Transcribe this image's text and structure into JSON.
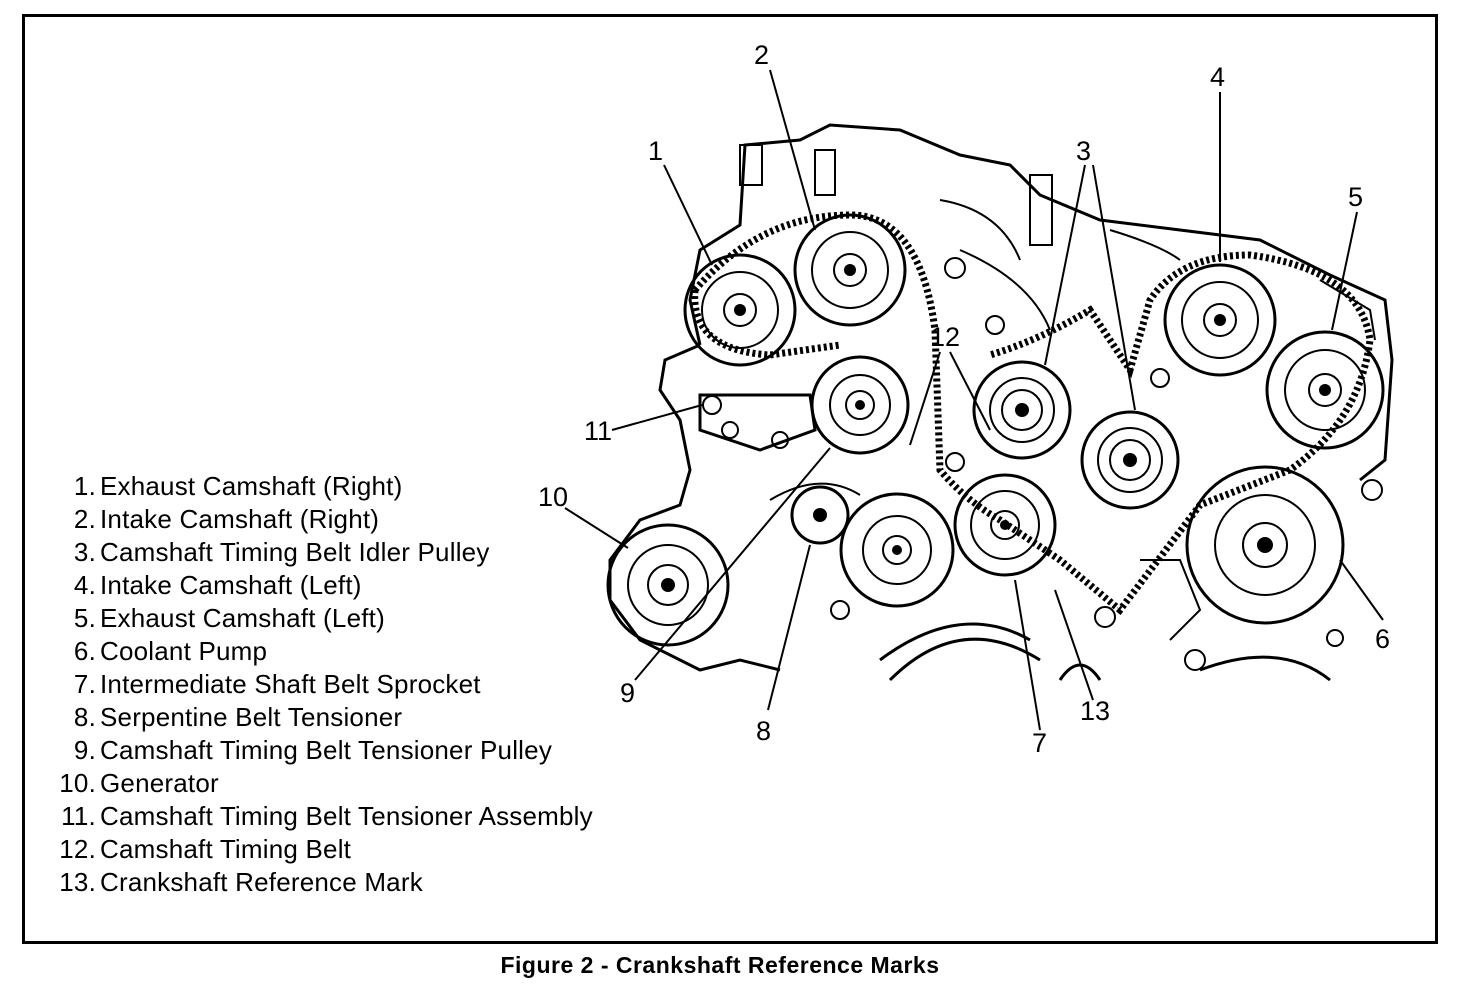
{
  "legend": [
    {
      "num": "1.",
      "text": "Exhaust Camshaft (Right)"
    },
    {
      "num": "2.",
      "text": "Intake Camshaft (Right)"
    },
    {
      "num": "3.",
      "text": "Camshaft Timing Belt Idler Pulley"
    },
    {
      "num": "4.",
      "text": "Intake Camshaft (Left)"
    },
    {
      "num": "5.",
      "text": "Exhaust Camshaft (Left)"
    },
    {
      "num": "6.",
      "text": "Coolant Pump"
    },
    {
      "num": "7.",
      "text": "Intermediate Shaft Belt Sprocket"
    },
    {
      "num": "8.",
      "text": "Serpentine Belt Tensioner"
    },
    {
      "num": "9.",
      "text": "Camshaft Timing Belt Tensioner Pulley"
    },
    {
      "num": "10.",
      "text": "Generator"
    },
    {
      "num": "11.",
      "text": "Camshaft Timing Belt Tensioner Assembly"
    },
    {
      "num": "12.",
      "text": "Camshaft Timing Belt"
    },
    {
      "num": "13.",
      "text": "Crankshaft Reference Mark"
    }
  ],
  "callouts": {
    "c1": "1",
    "c2": "2",
    "c3": "3",
    "c4": "4",
    "c5": "5",
    "c6": "6",
    "c7": "7",
    "c8": "8",
    "c9": "9",
    "c10": "10",
    "c11": "11",
    "c12": "12",
    "c13": "13"
  },
  "caption": "Figure 2 - Crankshaft Reference Marks"
}
